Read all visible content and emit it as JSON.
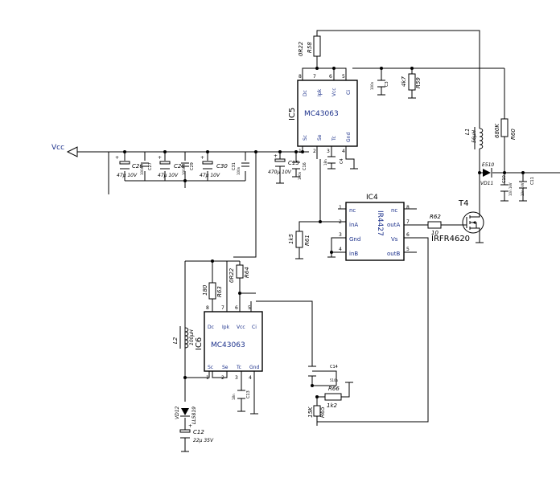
{
  "net_vcc": "Vcc",
  "ic5": {
    "ref": "IC5",
    "part": "MC43063",
    "pins": {
      "dc": "Dc",
      "ipk": "Ipk",
      "vcc": "Vcc",
      "ci": "Ci",
      "sc": "Sc",
      "se": "Se",
      "tc": "Tc",
      "gnd": "Gnd"
    },
    "pin_nums": {
      "p8": "8",
      "p7": "7",
      "p6": "6",
      "p5": "5",
      "p1": "1",
      "p2": "2",
      "p3": "3",
      "p4": "4"
    }
  },
  "ic6": {
    "ref": "IC6",
    "part": "MC43063",
    "pins": {
      "dc": "Dc",
      "ipk": "Ipk",
      "vcc": "Vcc",
      "ci": "Ci",
      "sc": "Sc",
      "se": "Se",
      "tc": "Tc",
      "gnd": "Gnd"
    },
    "pin_nums": {
      "p8": "8",
      "p7": "7",
      "p6": "6",
      "p5": "5",
      "p1": "1",
      "p2": "2",
      "p3": "3",
      "p4": "4"
    }
  },
  "ic4": {
    "ref": "IC4",
    "part": "IR4427",
    "pins": {
      "nc1": "nc",
      "ina": "inA",
      "gnd": "Gnd",
      "inb": "inB",
      "nc8": "nc",
      "outa": "outA",
      "vs": "Vs",
      "outb": "outB"
    },
    "pin_nums": {
      "p1": "1",
      "p2": "2",
      "p3": "3",
      "p4": "4",
      "p8": "8",
      "p7": "7",
      "p6": "6",
      "p5": "5"
    }
  },
  "t4": {
    "ref": "T4",
    "part": "IRFR4620"
  },
  "components": {
    "c26": {
      "ref": "C26",
      "val": "47µ 10V"
    },
    "c27": {
      "ref": "C27",
      "val": "100n"
    },
    "c28": {
      "ref": "C28",
      "val": "47µ 10V"
    },
    "c29": {
      "ref": "C29",
      "val": "100n"
    },
    "c30": {
      "ref": "C30",
      "val": "47µ 10V"
    },
    "c31": {
      "ref": "C31",
      "val": "100n"
    },
    "c15": {
      "ref": "C15",
      "val": "470µ 10V"
    },
    "c16": {
      "ref": "C16",
      "val": "100n"
    },
    "c3": {
      "ref": "C3",
      "val": "100n"
    },
    "c4": {
      "ref": "C4",
      "val": "18n"
    },
    "c10": {
      "ref": "C10",
      "val": "10n 1kV"
    },
    "c11": {
      "ref": "C11",
      "val": "10n 1kV"
    },
    "c12": {
      "ref": "C12",
      "val": "22µ 35V"
    },
    "c13": {
      "ref": "C13",
      "val": "18n"
    },
    "c14": {
      "ref": "C14",
      "val": "510p"
    },
    "r58": {
      "ref": "R58",
      "val": "0R22"
    },
    "r59": {
      "ref": "R59",
      "val": "4k7"
    },
    "r60": {
      "ref": "R60",
      "val": "680K"
    },
    "r61": {
      "ref": "R61",
      "val": "1k5"
    },
    "r62": {
      "ref": "R62",
      "val": "10"
    },
    "r63": {
      "ref": "R63",
      "val": "180"
    },
    "r64": {
      "ref": "R64",
      "val": "0R22"
    },
    "r65": {
      "ref": "R65",
      "val": "15K"
    },
    "r66": {
      "ref": "R66",
      "val": "1k2"
    },
    "l1": {
      "ref": "L1",
      "val": "56µH"
    },
    "l2": {
      "ref": "L2",
      "val": "100µH"
    },
    "vd11": {
      "ref": "VD11",
      "val": "E510"
    },
    "vd12": {
      "ref": "VD12",
      "val": "LL5819"
    }
  }
}
